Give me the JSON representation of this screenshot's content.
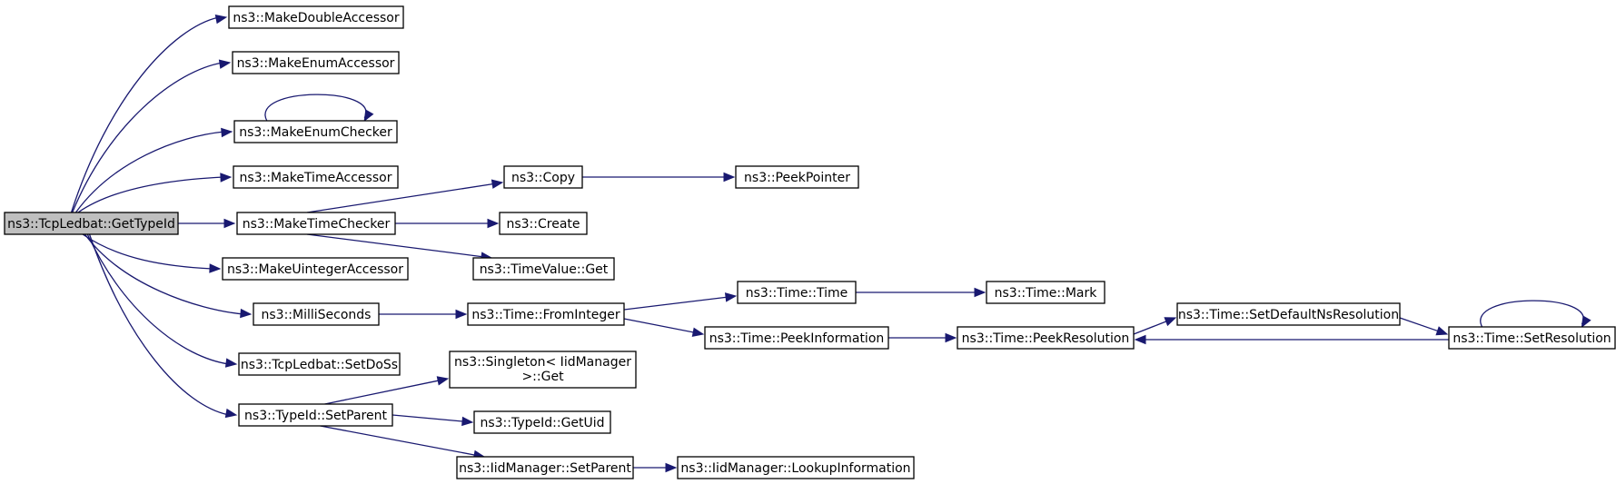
{
  "nodes": [
    {
      "id": "gettypeid",
      "label": "ns3::TcpLedbat::GetTypeId",
      "root": true
    },
    {
      "id": "makedoubleaccessor",
      "label": "ns3::MakeDoubleAccessor"
    },
    {
      "id": "makeenumaccessor",
      "label": "ns3::MakeEnumAccessor"
    },
    {
      "id": "makeenumchecker",
      "label": "ns3::MakeEnumChecker"
    },
    {
      "id": "maketimeaccessor",
      "label": "ns3::MakeTimeAccessor"
    },
    {
      "id": "maketimechecker",
      "label": "ns3::MakeTimeChecker"
    },
    {
      "id": "makeuintegeraccessor",
      "label": "ns3::MakeUintegerAccessor"
    },
    {
      "id": "milliseconds",
      "label": "ns3::MilliSeconds"
    },
    {
      "id": "setdoss",
      "label": "ns3::TcpLedbat::SetDoSs"
    },
    {
      "id": "typeidsetparent",
      "label": "ns3::TypeId::SetParent"
    },
    {
      "id": "copy",
      "label": "ns3::Copy"
    },
    {
      "id": "create",
      "label": "ns3::Create"
    },
    {
      "id": "timevalueget",
      "label": "ns3::TimeValue::Get"
    },
    {
      "id": "peekpointer",
      "label": "ns3::PeekPointer"
    },
    {
      "id": "frominteger",
      "label": "ns3::Time::FromInteger"
    },
    {
      "id": "timetime",
      "label": "ns3::Time::Time"
    },
    {
      "id": "timemark",
      "label": "ns3::Time::Mark"
    },
    {
      "id": "peekinformation",
      "label": "ns3::Time::PeekInformation"
    },
    {
      "id": "peekresolution",
      "label": "ns3::Time::PeekResolution"
    },
    {
      "id": "setdefaultnsresolution",
      "label": "ns3::Time::SetDefaultNsResolution"
    },
    {
      "id": "setresolution",
      "label": "ns3::Time::SetResolution"
    },
    {
      "id": "singletonget",
      "label": "ns3::Singleton< IidManager >::Get",
      "lines": [
        "ns3::Singleton< IidManager",
        ">::Get"
      ]
    },
    {
      "id": "getuid",
      "label": "ns3::TypeId::GetUid"
    },
    {
      "id": "iidsetparent",
      "label": "ns3::IidManager::SetParent"
    },
    {
      "id": "lookupinformation",
      "label": "ns3::IidManager::LookupInformation"
    }
  ],
  "edges": [
    [
      "gettypeid",
      "makedoubleaccessor"
    ],
    [
      "gettypeid",
      "makeenumaccessor"
    ],
    [
      "gettypeid",
      "makeenumchecker"
    ],
    [
      "gettypeid",
      "maketimeaccessor"
    ],
    [
      "gettypeid",
      "maketimechecker"
    ],
    [
      "gettypeid",
      "makeuintegeraccessor"
    ],
    [
      "gettypeid",
      "milliseconds"
    ],
    [
      "gettypeid",
      "setdoss"
    ],
    [
      "gettypeid",
      "typeidsetparent"
    ],
    [
      "makeenumchecker",
      "makeenumchecker"
    ],
    [
      "maketimechecker",
      "copy"
    ],
    [
      "maketimechecker",
      "create"
    ],
    [
      "maketimechecker",
      "timevalueget"
    ],
    [
      "copy",
      "peekpointer"
    ],
    [
      "milliseconds",
      "frominteger"
    ],
    [
      "frominteger",
      "timetime"
    ],
    [
      "frominteger",
      "peekinformation"
    ],
    [
      "timetime",
      "timemark"
    ],
    [
      "peekinformation",
      "peekresolution"
    ],
    [
      "peekresolution",
      "setdefaultnsresolution"
    ],
    [
      "setdefaultnsresolution",
      "setresolution"
    ],
    [
      "setresolution",
      "peekresolution"
    ],
    [
      "setresolution",
      "setresolution"
    ],
    [
      "typeidsetparent",
      "singletonget"
    ],
    [
      "typeidsetparent",
      "getuid"
    ],
    [
      "typeidsetparent",
      "iidsetparent"
    ],
    [
      "iidsetparent",
      "lookupinformation"
    ]
  ]
}
